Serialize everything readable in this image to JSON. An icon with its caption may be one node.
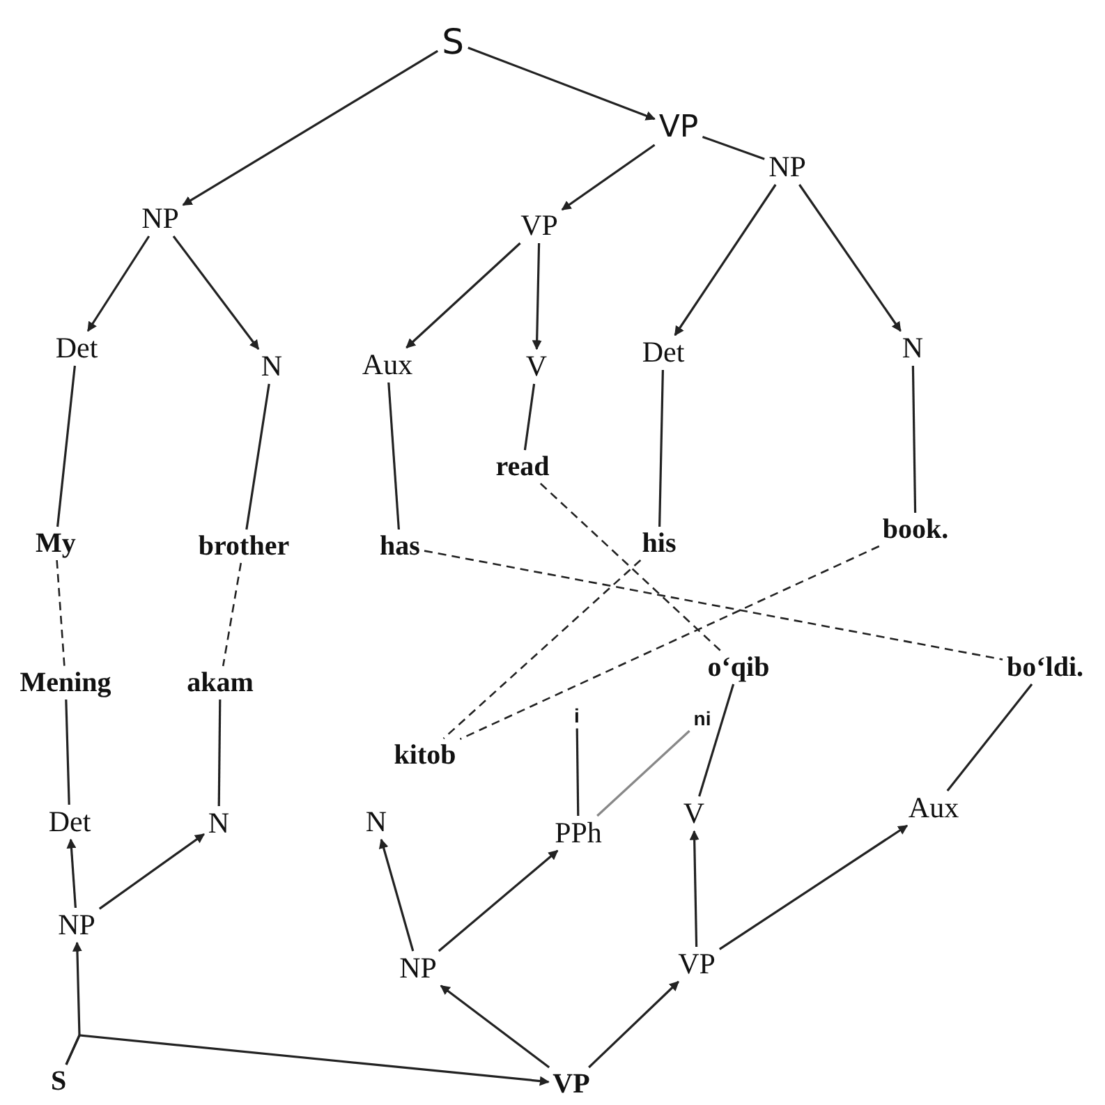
{
  "diagram": {
    "nodes": [
      {
        "text": [
          "S"
        ]
      },
      {
        "text": [
          "VP"
        ]
      },
      {
        "text": [
          "NP"
        ]
      },
      {
        "text": [
          "NP"
        ]
      },
      {
        "text": [
          "VP"
        ]
      },
      {
        "text": [
          "Det"
        ]
      },
      {
        "text": [
          "N"
        ]
      },
      {
        "text": [
          "Aux"
        ]
      },
      {
        "text": [
          "V"
        ]
      },
      {
        "text": [
          "Det"
        ]
      },
      {
        "text": [
          "N"
        ]
      },
      {
        "text": [
          "read"
        ]
      },
      {
        "text": [
          "My"
        ]
      },
      {
        "text": [
          "brother"
        ]
      },
      {
        "text": [
          "has"
        ]
      },
      {
        "text": [
          "his"
        ]
      },
      {
        "text": [
          "book."
        ]
      },
      {
        "text": [
          "Mening"
        ]
      },
      {
        "text": [
          "akam"
        ]
      },
      {
        "text": [
          "kitob"
        ]
      },
      {
        "text": [
          "i"
        ]
      },
      {
        "text": [
          "ni"
        ]
      },
      {
        "text": [
          "o‘qib"
        ]
      },
      {
        "text": [
          "bo‘ldi."
        ]
      },
      {
        "text": [
          "Det"
        ]
      },
      {
        "text": [
          "N"
        ]
      },
      {
        "text": [
          "N"
        ]
      },
      {
        "text": [
          "PPh"
        ]
      },
      {
        "text": [
          "V"
        ]
      },
      {
        "text": [
          "Aux"
        ]
      },
      {
        "text": [
          "NP"
        ]
      },
      {
        "text": [
          "NP"
        ]
      },
      {
        "text": [
          "VP"
        ]
      },
      {
        "text": [
          "S"
        ]
      },
      {
        "text": [
          "VP"
        ]
      }
    ],
    "edges": [
      {
        "from": 0,
        "to": 3,
        "arrow": "to"
      },
      {
        "from": 0,
        "to": 1,
        "arrow": "to"
      },
      {
        "from": 1,
        "to": 4,
        "arrow": "to"
      },
      {
        "from": 1,
        "to": 2,
        "arrow": "none"
      },
      {
        "from": 3,
        "to": 5,
        "arrow": "to"
      },
      {
        "from": 3,
        "to": 6,
        "arrow": "to"
      },
      {
        "from": 4,
        "to": 7,
        "arrow": "to"
      },
      {
        "from": 4,
        "to": 8,
        "arrow": "to"
      },
      {
        "from": 2,
        "to": 9,
        "arrow": "to"
      },
      {
        "from": 2,
        "to": 10,
        "arrow": "to"
      },
      {
        "from": 8,
        "to": 11,
        "arrow": "none"
      },
      {
        "from": 5,
        "to": 12,
        "arrow": "none"
      },
      {
        "from": 6,
        "to": 13,
        "arrow": "none"
      },
      {
        "from": 7,
        "to": 14,
        "arrow": "none"
      },
      {
        "from": 9,
        "to": 15,
        "arrow": "none"
      },
      {
        "from": 10,
        "to": 16,
        "arrow": "none"
      },
      {
        "from": 12,
        "to": 17,
        "arrow": "none",
        "style": "dashed"
      },
      {
        "from": 13,
        "to": 18,
        "arrow": "none",
        "style": "dashed"
      },
      {
        "from": 14,
        "to": 23,
        "arrow": "none",
        "style": "dashed"
      },
      {
        "from": 11,
        "to": 22,
        "arrow": "none",
        "style": "dashed"
      },
      {
        "from": 15,
        "to": 19,
        "arrow": "none",
        "style": "dashed"
      },
      {
        "from": 16,
        "to": 19,
        "arrow": "none",
        "style": "dashed"
      },
      {
        "from": 17,
        "to": 24,
        "arrow": "none"
      },
      {
        "from": 18,
        "to": 25,
        "arrow": "none"
      },
      {
        "from": 20,
        "to": 27,
        "arrow": "none"
      },
      {
        "from": 21,
        "to": 27,
        "arrow": "none",
        "color": "#888888"
      },
      {
        "from": 22,
        "to": 28,
        "arrow": "none"
      },
      {
        "from": 23,
        "to": 29,
        "arrow": "none"
      },
      {
        "from": 30,
        "to": 24,
        "arrow": "to"
      },
      {
        "from": 30,
        "to": 25,
        "arrow": "to"
      },
      {
        "from": 31,
        "to": 26,
        "arrow": "to"
      },
      {
        "from": 31,
        "to": 27,
        "arrow": "to"
      },
      {
        "from": 32,
        "to": 28,
        "arrow": "to"
      },
      {
        "from": 32,
        "to": 29,
        "arrow": "to"
      },
      {
        "from": 33,
        "to": 30,
        "arrow": "to"
      },
      {
        "from": 33,
        "to": 34,
        "arrow": "to"
      },
      {
        "from": 34,
        "to": 31,
        "arrow": "to"
      },
      {
        "from": 34,
        "to": 32,
        "arrow": "to"
      }
    ]
  }
}
